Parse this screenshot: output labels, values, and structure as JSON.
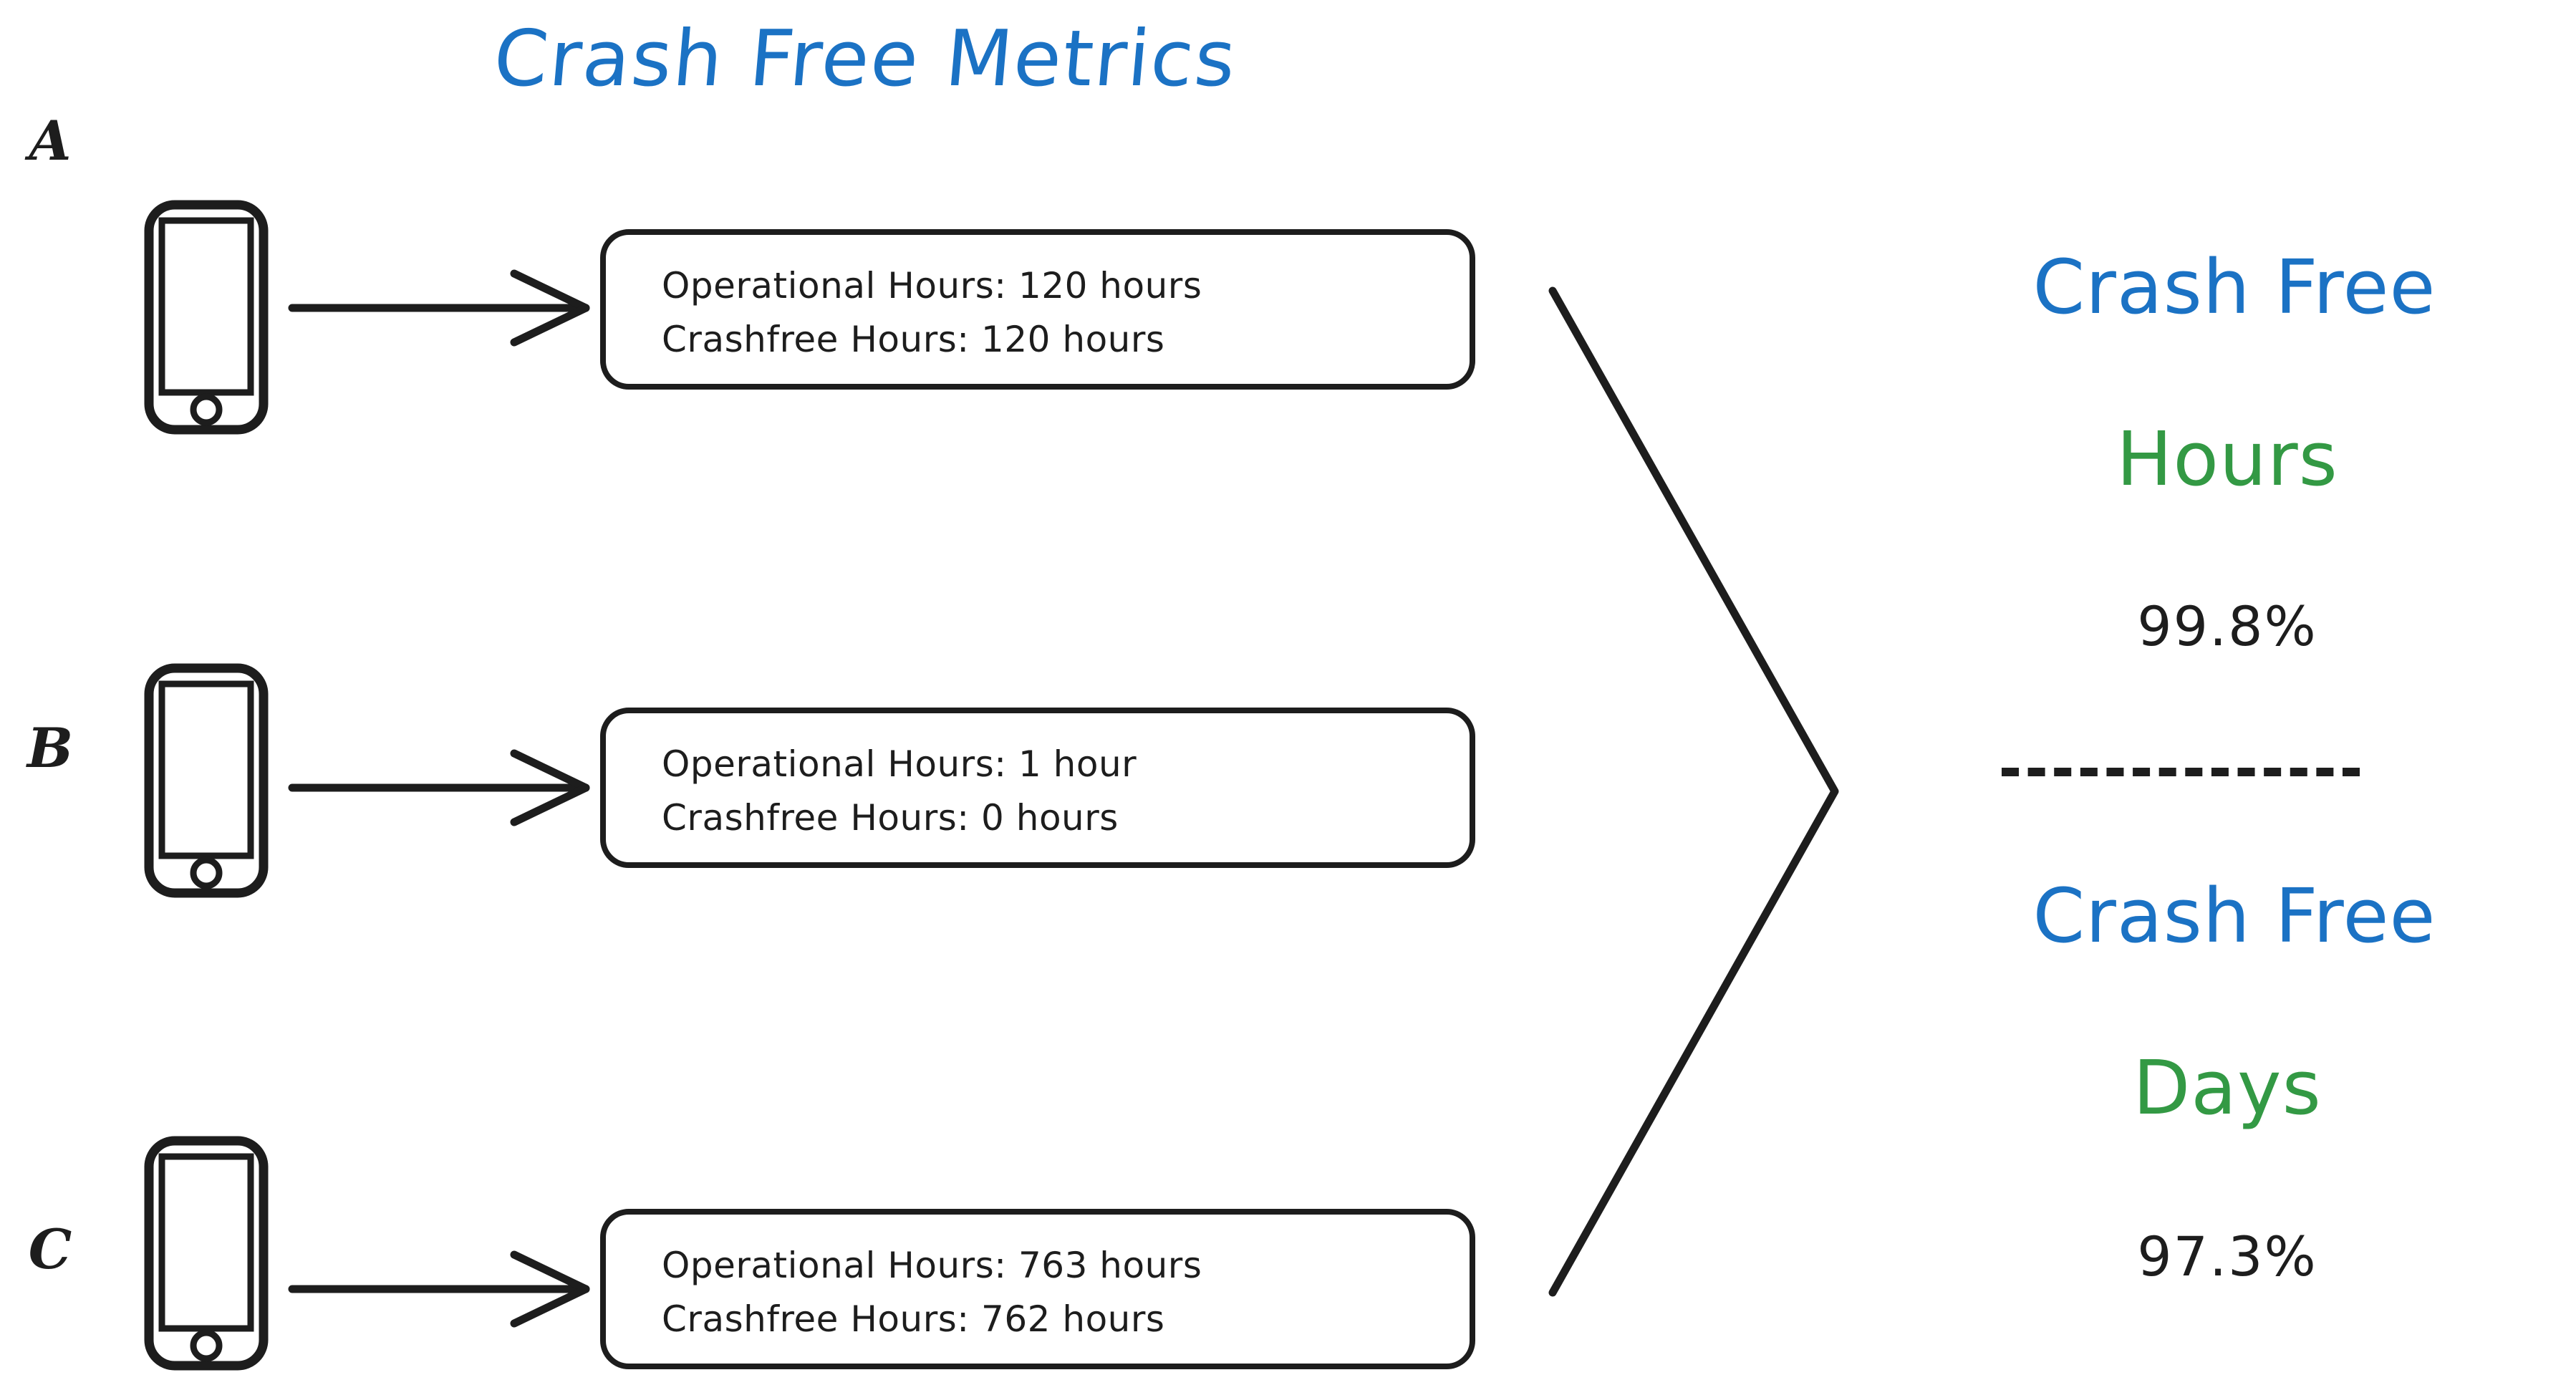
{
  "title": "Crash Free Metrics",
  "colors": {
    "brand_blue": "#1b72c4",
    "accent_green": "#339944",
    "ink": "#1d1d1d",
    "background": "#ffffff"
  },
  "devices": [
    {
      "label": "A",
      "icon": "mobile-phone-icon",
      "arrow": "arrow-right-icon",
      "operational_line": "Operational Hours: 120 hours",
      "crashfree_line": "Crashfree Hours: 120 hours"
    },
    {
      "label": "B",
      "icon": "mobile-phone-icon",
      "arrow": "arrow-right-icon",
      "operational_line": "Operational Hours: 1 hour",
      "crashfree_line": "Crashfree Hours: 0 hours"
    },
    {
      "label": "C",
      "icon": "mobile-phone-icon",
      "arrow": "arrow-right-icon",
      "operational_line": "Operational Hours: 763 hours",
      "crashfree_line": "Crashfree Hours: 762 hours"
    }
  ],
  "aggregator": {
    "icon": "converging-bracket-icon"
  },
  "metrics": [
    {
      "title_primary": "Crash Free",
      "title_secondary": "Hours",
      "value": "99.8%"
    },
    {
      "title_primary": "Crash Free",
      "title_secondary": "Days",
      "value": "97.3%"
    }
  ],
  "divider": "dashed-divider"
}
